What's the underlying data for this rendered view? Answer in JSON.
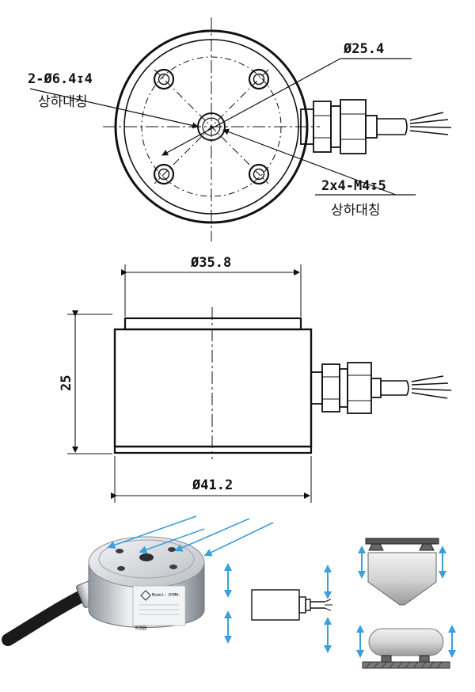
{
  "top_view": {
    "label_mount_holes": "2-Ø6.4↧4",
    "label_mount_holes_note": "상하대칭",
    "label_bolt_circle": "Ø25.4",
    "label_threaded_holes": "2x4-M4↧5",
    "label_threaded_holes_note": "상하대칭"
  },
  "side_view": {
    "label_top_diameter": "Ø35.8",
    "label_height": "25",
    "label_base_diameter": "Ø41.2"
  },
  "photo": {
    "label_model_line": "Model: DYMH-",
    "label_brand_line": "传感器"
  },
  "colors": {
    "line": "#111111",
    "force_arrow": "#3aa0dc",
    "metal_light": "#e8eaec",
    "metal_dark": "#9aa0a6"
  }
}
